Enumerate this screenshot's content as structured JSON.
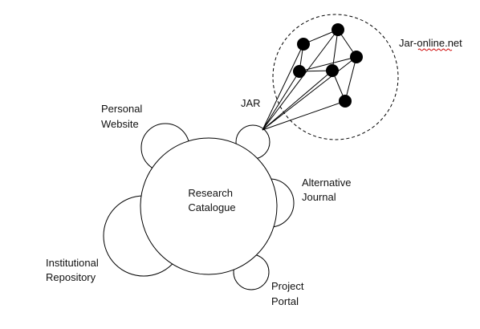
{
  "diagram": {
    "center_label": [
      "Research",
      "Catalogue"
    ],
    "satellites": {
      "personal_website": [
        "Personal",
        "Website"
      ],
      "jar": [
        "JAR"
      ],
      "alternative_journal": [
        "Alternative",
        "Journal"
      ],
      "institutional_repository": [
        "Institutional",
        "Repository"
      ],
      "project_portal": [
        "Project",
        "Portal"
      ]
    },
    "network_label": "Jar-online.net",
    "network": {
      "nodes": [
        "n1",
        "n2",
        "n3",
        "n4",
        "n5",
        "n6"
      ],
      "links": [
        [
          "n1",
          "n2"
        ],
        [
          "n1",
          "n4"
        ],
        [
          "n2",
          "n3"
        ],
        [
          "n2",
          "n5"
        ],
        [
          "n3",
          "n4"
        ],
        [
          "n3",
          "n6"
        ],
        [
          "n4",
          "n5"
        ],
        [
          "n5",
          "n6"
        ]
      ]
    },
    "colors": {
      "stroke": "#000000",
      "fill": "#ffffff",
      "text": "#111111",
      "spellcheck_underline": "#cc0000"
    }
  }
}
